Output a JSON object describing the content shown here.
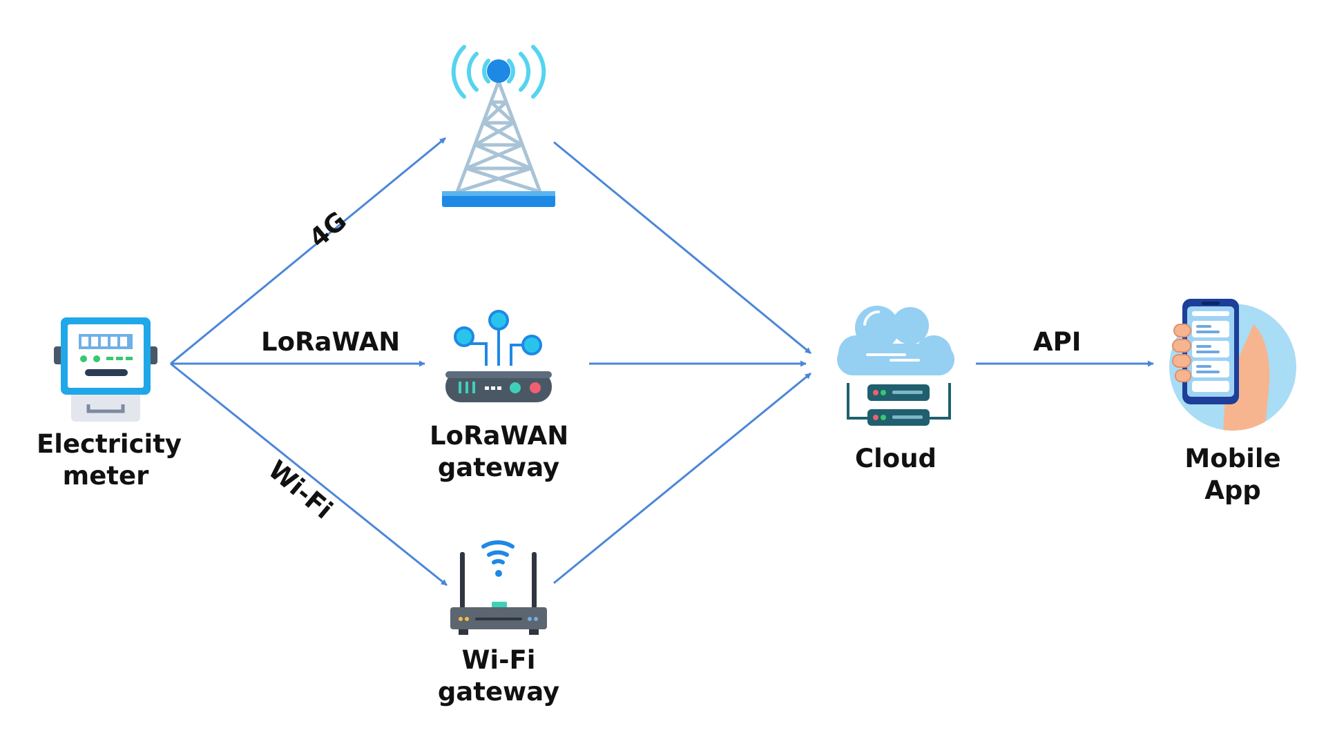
{
  "nodes": {
    "meter": {
      "line1": "Electricity",
      "line2": "meter"
    },
    "tower": {
      "icon": "cell-tower-icon"
    },
    "lorawan": {
      "line1": "LoRaWAN",
      "line2": "gateway",
      "icon": "lorawan-gateway-icon"
    },
    "wifi": {
      "line1": "Wi-Fi",
      "line2": "gateway",
      "icon": "wifi-router-icon"
    },
    "cloud": {
      "label": "Cloud",
      "icon": "cloud-server-icon"
    },
    "mobile": {
      "line1": "Mobile",
      "line2": "App",
      "icon": "mobile-phone-icon"
    }
  },
  "edges": {
    "g4": "4G",
    "lorawan": "LoRaWAN",
    "wifi": "Wi-Fi",
    "api": "API"
  },
  "colors": {
    "arrow": "#4a86d8",
    "label": "#111111",
    "accent_cyan": "#29c4ec",
    "accent_blue": "#1e88e5",
    "device_dark": "#4a5866",
    "server_teal": "#1f5f6e"
  }
}
